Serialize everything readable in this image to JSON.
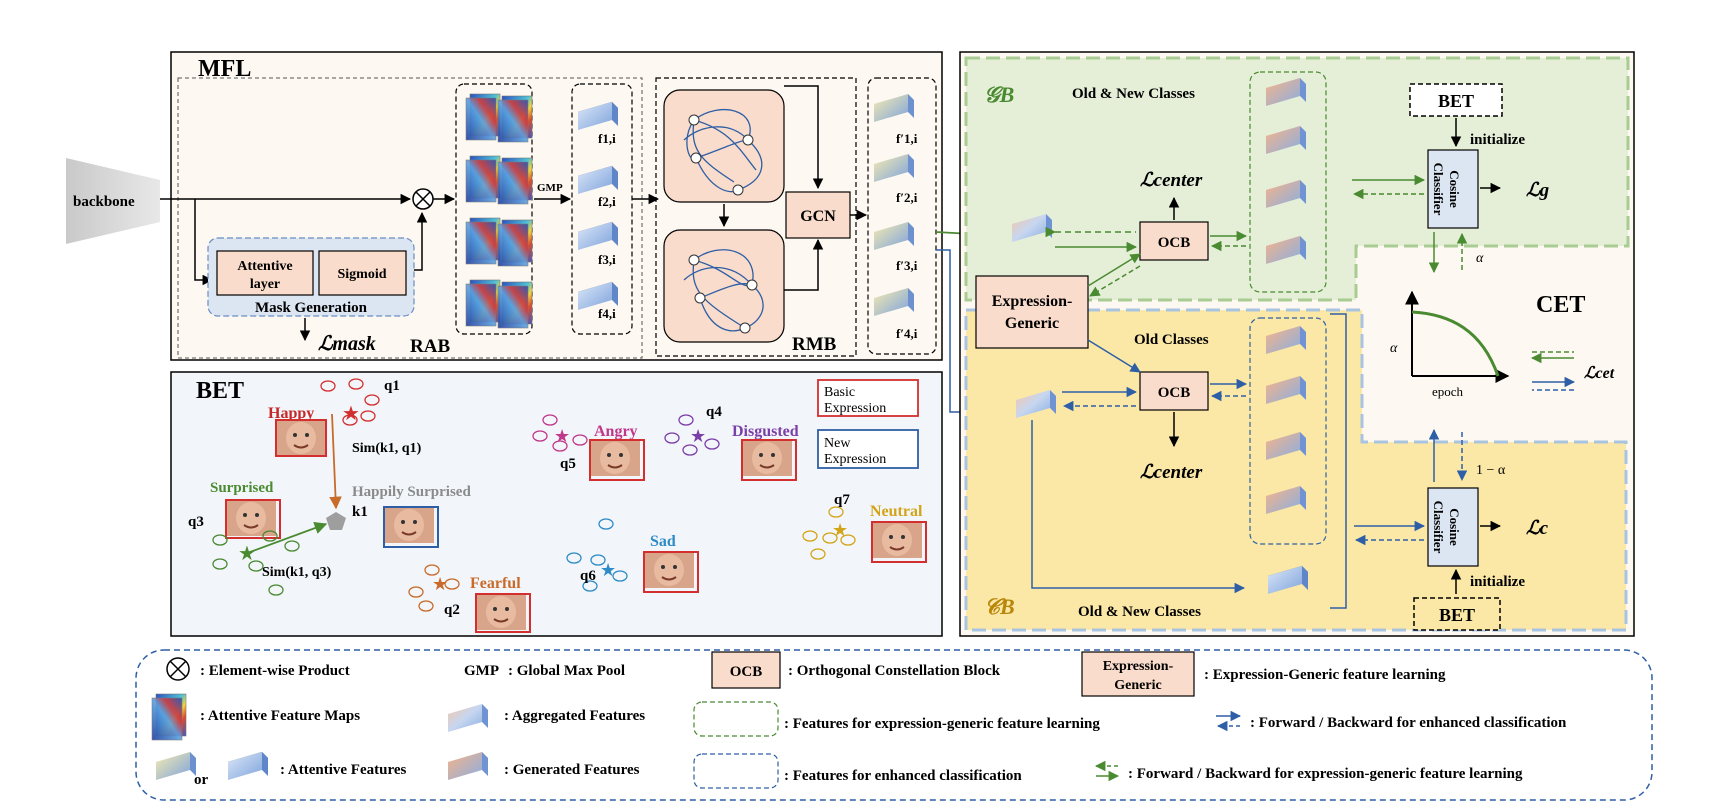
{
  "mfl": {
    "title": "MFL",
    "backbone": "backbone",
    "attentive_layer": [
      "Attentive",
      "layer"
    ],
    "sigmoid": "Sigmoid",
    "mask_generation": "Mask Generation",
    "l_mask": "ℒmask",
    "rab": "RAB",
    "gmp": "GMP",
    "features": [
      "f1,i",
      "f2,i",
      "f3,i",
      "f4,i"
    ],
    "gcn": "GCN",
    "rmb": "RMB",
    "features_prime": [
      "f′1,i",
      "f′2,i",
      "f′3,i",
      "f′4,i"
    ]
  },
  "bet": {
    "title": "BET",
    "legend_basic": [
      "Basic",
      "Expression"
    ],
    "legend_new": [
      "New",
      "Expression"
    ],
    "labels": {
      "happy": "Happy",
      "q1": "q1",
      "sim_k1_q1": "Sim(k1, q1)",
      "surprised": "Surprised",
      "happily_surprised": "Happily Surprised",
      "k1": "k1",
      "q3": "q3",
      "sim_k1_q3": "Sim(k1, q3)",
      "fearful": "Fearful",
      "q2": "q2",
      "angry": "Angry",
      "q5": "q5",
      "disgusted": "Disgusted",
      "q4": "q4",
      "sad": "Sad",
      "q6": "q6",
      "neutral": "Neutral",
      "q7": "q7"
    }
  },
  "cet": {
    "gb": "𝒢B",
    "cb": "𝒞B",
    "old_new_classes_top": "Old & New Classes",
    "old_classes": "Old Classes",
    "old_new_classes_bottom": "Old & New Classes",
    "l_center_top": "ℒcenter",
    "l_center_bottom": "ℒcenter",
    "ocb": "OCB",
    "expression_generic": [
      "Expression-",
      "Generic"
    ],
    "bet_top": "BET",
    "bet_bottom": "BET",
    "initialize": "initialize",
    "cosine_classifier": [
      "Cosine",
      "Classifier"
    ],
    "l_g": "ℒg",
    "l_c": "ℒc",
    "alpha": "α",
    "one_minus_alpha": "1 − α",
    "cet_title": "CET",
    "epoch": "epoch",
    "l_cet": "ℒcet"
  },
  "legend": {
    "element_wise": ": Element-wise Product",
    "gmp": "GMP",
    "gmp_desc": ": Global Max Pool",
    "ocb": "OCB",
    "ocb_desc": ": Orthogonal Constellation Block",
    "expr_generic": [
      "Expression-",
      "Generic"
    ],
    "expr_generic_desc": ": Expression-Generic feature learning",
    "attentive_maps": ": Attentive Feature Maps",
    "aggregated": ": Aggregated Features",
    "green_box_desc": ": Features for expression-generic feature learning",
    "blue_arrows_desc": ": Forward / Backward for enhanced classification",
    "or": "or",
    "attentive_features": ": Attentive Features",
    "generated": ": Generated Features",
    "blue_box_desc": ": Features for enhanced  classification",
    "green_arrows_desc": ": Forward / Backward for expression-generic feature learning"
  },
  "colors": {
    "green_region": "#e5efd8",
    "yellow_region": "#fbe8a6",
    "pink_box": "#f9dccb",
    "blue_arrow": "#2e5fa6",
    "green_arrow": "#4a8a30",
    "mfl_bg": "#fdf9f2",
    "bet_bg": "#f2f6fa"
  }
}
